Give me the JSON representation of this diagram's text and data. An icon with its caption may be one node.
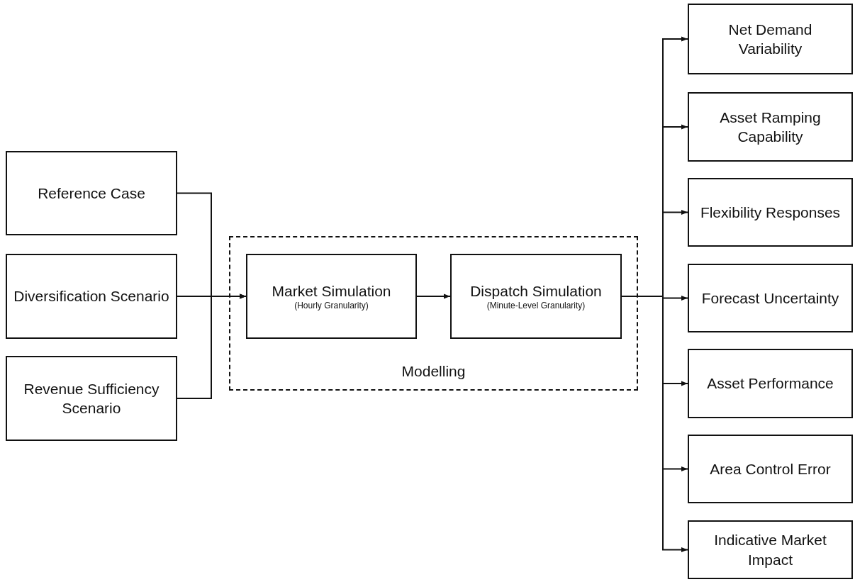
{
  "diagram": {
    "nodes": [
      {
        "text": [
          "Reference Case"
        ]
      },
      {
        "text": [
          "Diversification Scenario"
        ]
      },
      {
        "text": [
          "Revenue Sufficiency Scenario"
        ]
      },
      {
        "text": [
          "Modelling"
        ]
      },
      {
        "text": [
          "Market Simulation",
          "(Hourly Granularity)"
        ],
        "in": 3
      },
      {
        "text": [
          "Dispatch Simulation",
          "(Minute-Level Granularity)"
        ],
        "in": 3
      },
      {
        "text": [
          "Net Demand Variability"
        ]
      },
      {
        "text": [
          "Asset Ramping Capability"
        ]
      },
      {
        "text": [
          "Flexibility Responses"
        ]
      },
      {
        "text": [
          "Forecast Uncertainty"
        ]
      },
      {
        "text": [
          "Asset Performance"
        ]
      },
      {
        "text": [
          "Area Control Error"
        ]
      },
      {
        "text": [
          "Indicative Market Impact"
        ]
      }
    ],
    "edges": [
      {
        "from": 0,
        "to": 4,
        "arrow": "to"
      },
      {
        "from": 1,
        "to": 4,
        "arrow": "to"
      },
      {
        "from": 2,
        "to": 4,
        "arrow": "to"
      },
      {
        "from": 4,
        "to": 5,
        "arrow": "to"
      },
      {
        "from": 5,
        "to": 6,
        "arrow": "to"
      },
      {
        "from": 5,
        "to": 7,
        "arrow": "to"
      },
      {
        "from": 5,
        "to": 8,
        "arrow": "to"
      },
      {
        "from": 5,
        "to": 9,
        "arrow": "to"
      },
      {
        "from": 5,
        "to": 10,
        "arrow": "to"
      },
      {
        "from": 5,
        "to": 11,
        "arrow": "to"
      },
      {
        "from": 5,
        "to": 12,
        "arrow": "to"
      }
    ]
  }
}
